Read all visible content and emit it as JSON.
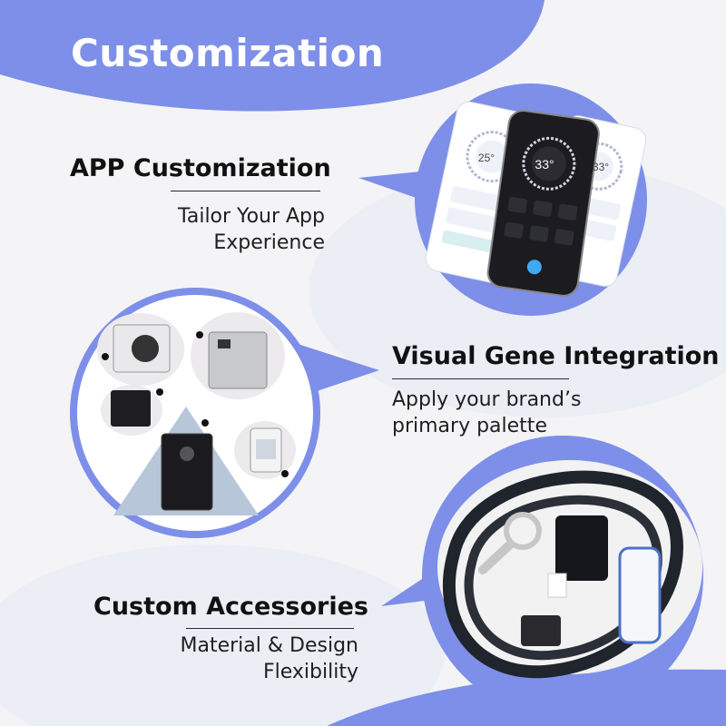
{
  "title": "Customization",
  "colors": {
    "accent": "#7d8fe8",
    "accent_light": "#9aa8ef",
    "background": "#f4f4f6",
    "text": "#111111"
  },
  "sections": [
    {
      "heading": "APP Customization",
      "lines": [
        "Tailor Your App",
        "Experience"
      ]
    },
    {
      "heading": "Visual Gene Integration",
      "lines": [
        "Apply your brand’s",
        "primary palette"
      ]
    },
    {
      "heading": "Custom Accessories",
      "lines": [
        "Material & Design",
        "Flexibility"
      ]
    }
  ],
  "app_screens": {
    "temps": [
      "25°",
      "33°",
      "33°"
    ]
  }
}
